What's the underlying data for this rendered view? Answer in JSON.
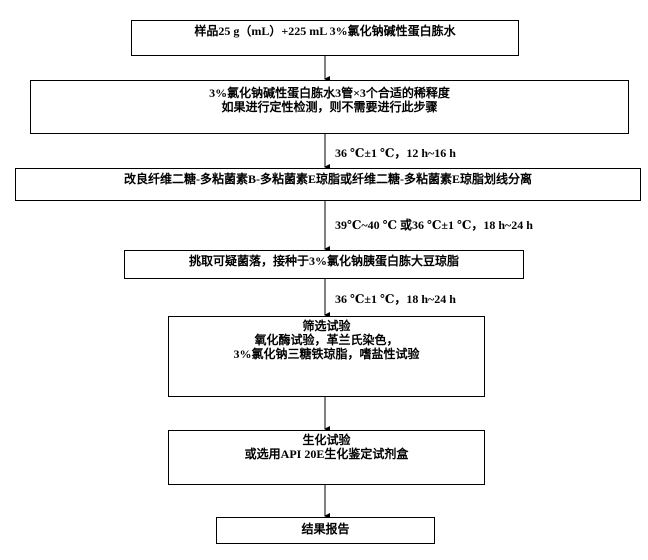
{
  "steps": [
    {
      "lines": [
        "样品25 g（mL）+225 mL 3%氯化钠碱性蛋白胨水"
      ]
    },
    {
      "lines": [
        "3%氯化钠碱性蛋白胨水3管×3个合适的稀释度",
        "如果进行定性检测，则不需要进行此步骤"
      ]
    },
    {
      "lines": [
        "改良纤维二糖-多粘菌素B-多粘菌素E琼脂或纤维二糖-多粘菌素E琼脂划线分离"
      ]
    },
    {
      "lines": [
        "挑取可疑菌落，接种于3%氯化钠胰蛋白胨大豆琼脂"
      ]
    },
    {
      "lines": [
        "筛选试验",
        "氧化酶试验，革兰氏染色，",
        "3%氯化钠三糖铁琼脂，嗜盐性试验"
      ]
    },
    {
      "lines": [
        "生化试验",
        "或选用API 20E生化鉴定试剂盒"
      ]
    },
    {
      "lines": [
        "结果报告"
      ]
    }
  ],
  "conditions": [
    "36 ℃±1 ℃，12 h~16 h",
    "39℃~40 ℃ 或36 ℃±1 ℃，18 h~24 h",
    "36 ℃±1 ℃，18 h~24 h"
  ]
}
